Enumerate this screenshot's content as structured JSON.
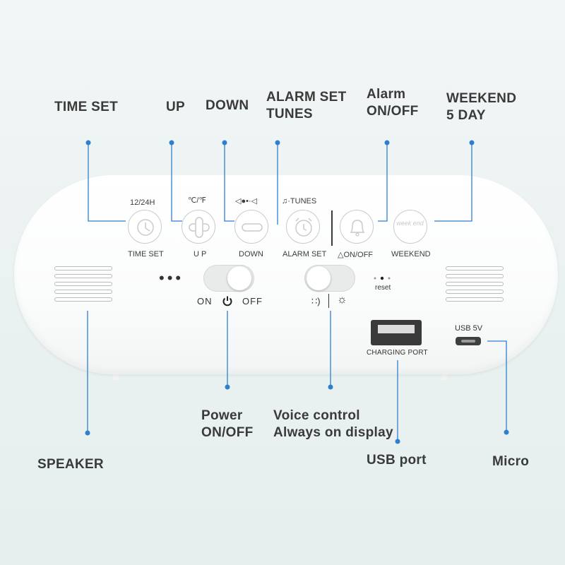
{
  "callouts": {
    "time_set": "TIME SET",
    "up": "UP",
    "down": "DOWN",
    "alarm_set_1": "ALARM SET",
    "alarm_set_2": "TUNES",
    "alarm_onoff_1": "Alarm",
    "alarm_onoff_2": "ON/OFF",
    "weekend_1": "WEEKEND",
    "weekend_2": "5 DAY",
    "power_1": "Power",
    "power_2": "ON/OFF",
    "voice_1": "Voice control",
    "voice_2": "Always on display",
    "speaker": "SPEAKER",
    "usb_port": "USB port",
    "micro": "Micro"
  },
  "device": {
    "top_labels": {
      "time_set": "12/24H",
      "up": "℃/℉",
      "down": "◁●•·◁",
      "alarm": "♫·TUNES"
    },
    "button_labels": {
      "time_set": "TIME SET",
      "up": "U P",
      "down": "DOWN",
      "alarm": "ALARM SET",
      "alarm_onoff": "△ON/OFF",
      "weekend": "WEEKEND",
      "weekend_icon_text": "week end"
    },
    "power_switch": {
      "on": "ON",
      "off": "OFF",
      "dots": "•••"
    },
    "voice_switch": {
      "left": "∷)",
      "right": "☼"
    },
    "reset": "reset",
    "charging_port": "CHARGING PORT",
    "usb_5v": "USB 5V"
  },
  "colors": {
    "accent": "#2f7fd0",
    "text": "#3a3a3a",
    "device": "#ffffff"
  }
}
